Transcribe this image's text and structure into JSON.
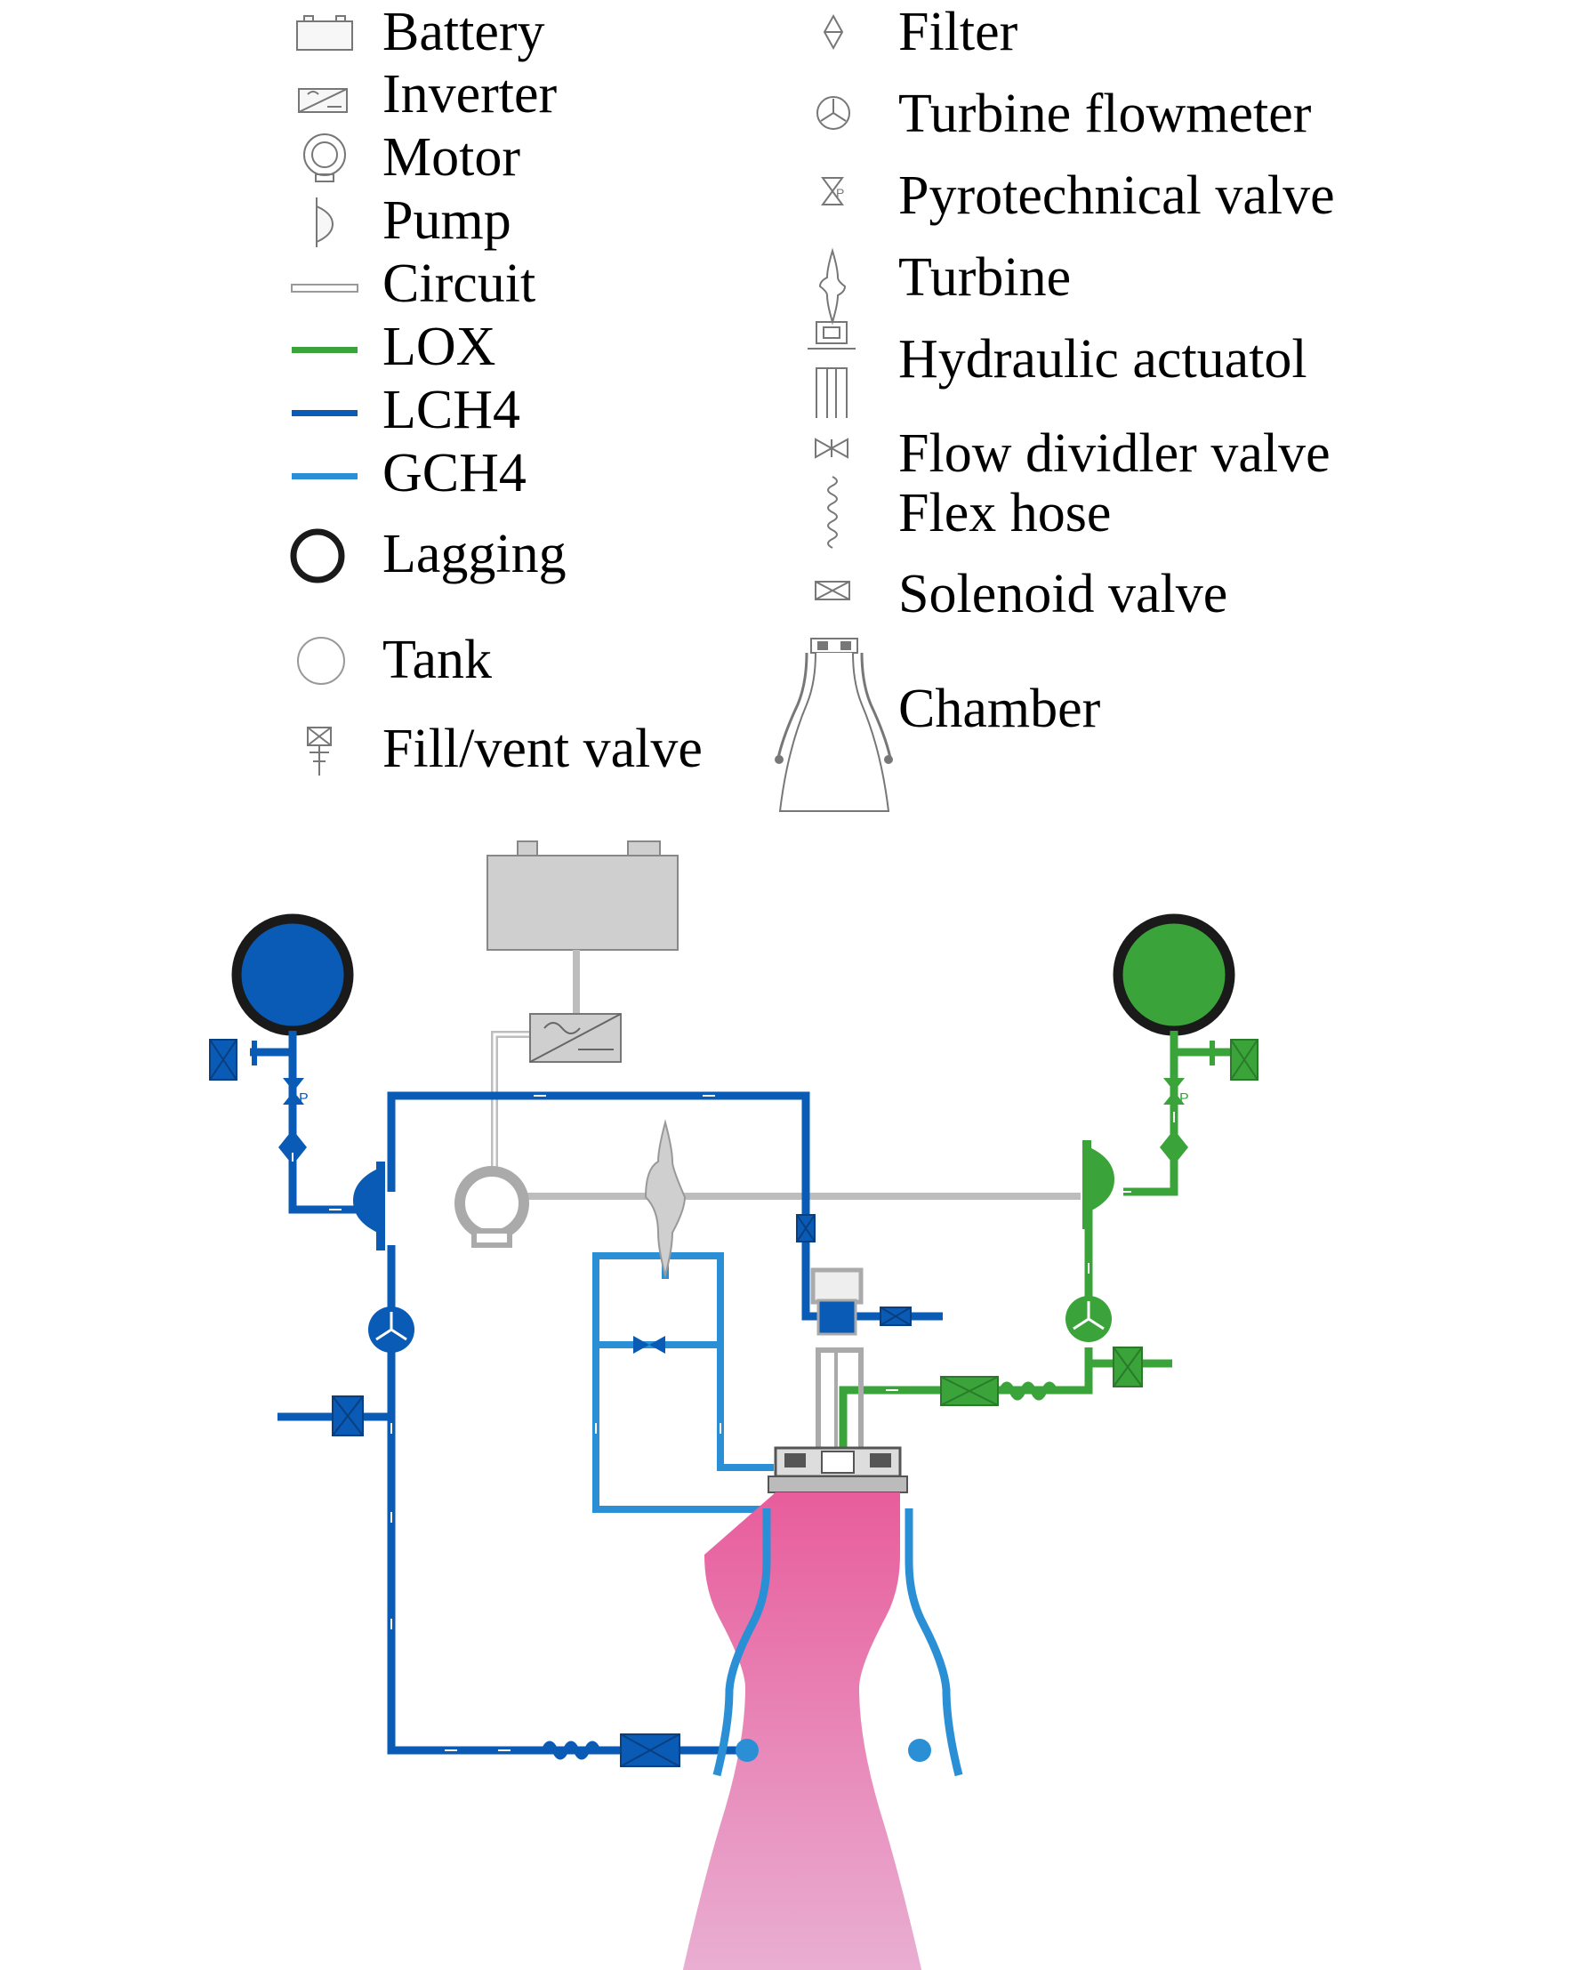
{
  "legend": {
    "left": [
      {
        "id": "battery",
        "label": "Battery",
        "icon": "battery-icon"
      },
      {
        "id": "inverter",
        "label": "Inverter",
        "icon": "inverter-icon"
      },
      {
        "id": "motor",
        "label": "Motor",
        "icon": "motor-icon"
      },
      {
        "id": "pump",
        "label": "Pump",
        "icon": "pump-icon"
      },
      {
        "id": "circuit",
        "label": "Circuit",
        "icon": "circuit-line-icon"
      },
      {
        "id": "lox",
        "label": "LOX",
        "icon": "lox-line-icon",
        "color": "#3aa43a"
      },
      {
        "id": "lch4",
        "label": "LCH4",
        "icon": "lch4-line-icon",
        "color": "#0a5bb5"
      },
      {
        "id": "gch4",
        "label": "GCH4",
        "icon": "gch4-line-icon",
        "color": "#2b8fd6"
      },
      {
        "id": "lagging",
        "label": "Lagging",
        "icon": "lagging-ring-icon"
      },
      {
        "id": "tank",
        "label": "Tank",
        "icon": "tank-icon"
      },
      {
        "id": "fill_vent",
        "label": "Fill/vent valve",
        "icon": "fill-vent-valve-icon"
      }
    ],
    "right": [
      {
        "id": "filter",
        "label": "Filter",
        "icon": "filter-icon"
      },
      {
        "id": "turbine_flowmeter",
        "label": "Turbine flowmeter",
        "icon": "turbine-flowmeter-icon"
      },
      {
        "id": "pyro_valve",
        "label": "Pyrotechnical valve",
        "icon": "pyrotechnical-valve-icon"
      },
      {
        "id": "turbine",
        "label": "Turbine",
        "icon": "turbine-icon"
      },
      {
        "id": "hydraulic",
        "label": "Hydraulic actuatol",
        "icon": "hydraulic-actuator-icon"
      },
      {
        "id": "flow_divider",
        "label": "Flow dividler valve",
        "icon": "flow-divider-valve-icon"
      },
      {
        "id": "flex_hose",
        "label": "Flex hose",
        "icon": "flex-hose-icon"
      },
      {
        "id": "solenoid",
        "label": "Solenoid valve",
        "icon": "solenoid-valve-icon"
      },
      {
        "id": "chamber",
        "label": "Chamber",
        "icon": "chamber-icon"
      }
    ]
  },
  "colors": {
    "lox": "#3aa43a",
    "lch4": "#0a5bb5",
    "gch4": "#2b8fd6",
    "circuit": "#bdbdbd",
    "lagging": "#1a1a1a",
    "chamber_top": "#e85d9c",
    "chamber_bottom": "#e9b3d6",
    "equipment_gray": "#cfcfcf"
  }
}
